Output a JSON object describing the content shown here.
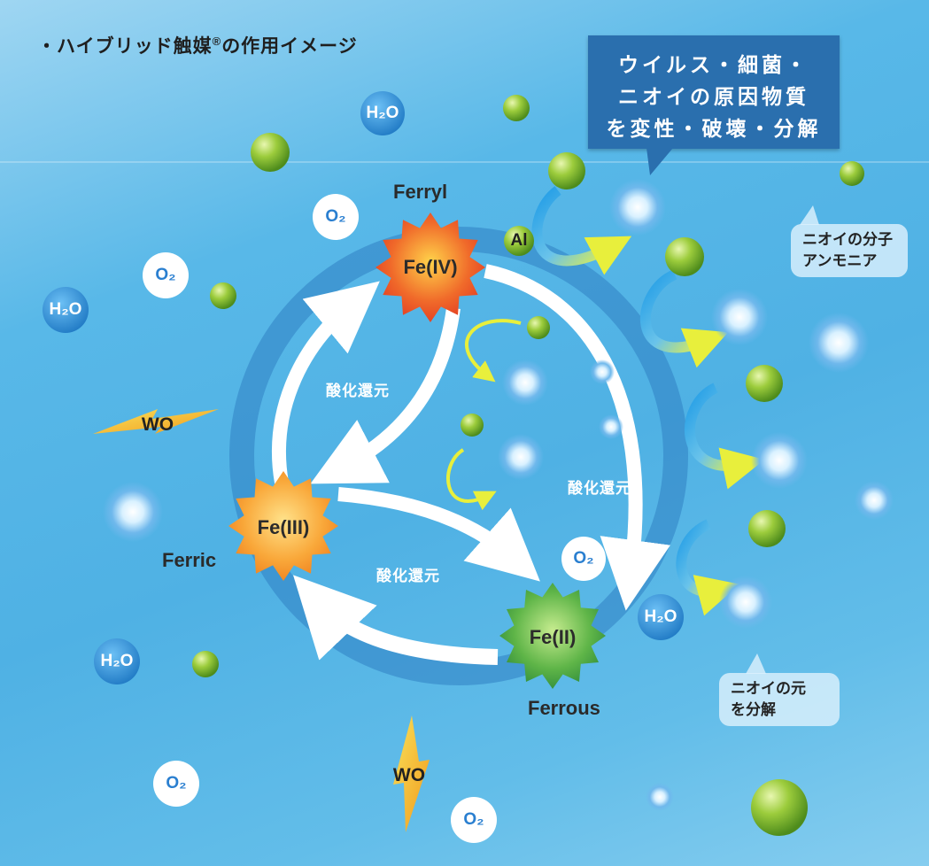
{
  "title": "・ハイブリッド触媒",
  "title_mark": "®",
  "title_suffix": "の作用イメージ",
  "callout": {
    "lines": [
      "ウイルス・細菌・",
      "ニオイの原因物質",
      "を変性・破壊・分解"
    ],
    "color": "#2a6fae"
  },
  "bubbles": {
    "ammonia": [
      "ニオイの分子",
      "アンモニア"
    ],
    "decompose": [
      "ニオイの元",
      "を分解"
    ]
  },
  "states": {
    "ferryl": {
      "name": "Ferryl",
      "symbol": "Fe(IV)",
      "color": "#e9472a"
    },
    "ferric": {
      "name": "Ferric",
      "symbol": "Fe(III)",
      "color": "#f59b1d"
    },
    "ferrous": {
      "name": "Ferrous",
      "symbol": "Fe(II)",
      "color": "#3fa34a"
    }
  },
  "redox_label": "酸化還元",
  "molecules": {
    "h2o": "H₂O",
    "o2": "O₂",
    "al": "Al",
    "wo": "WO"
  },
  "colors": {
    "water": "#2f8fd6",
    "oxygen_text": "#2a7fd0",
    "green_ball": "#8cc63f",
    "arrow_yellow": "#e8ef3c",
    "arrow_blue": "#2aa3e6"
  }
}
